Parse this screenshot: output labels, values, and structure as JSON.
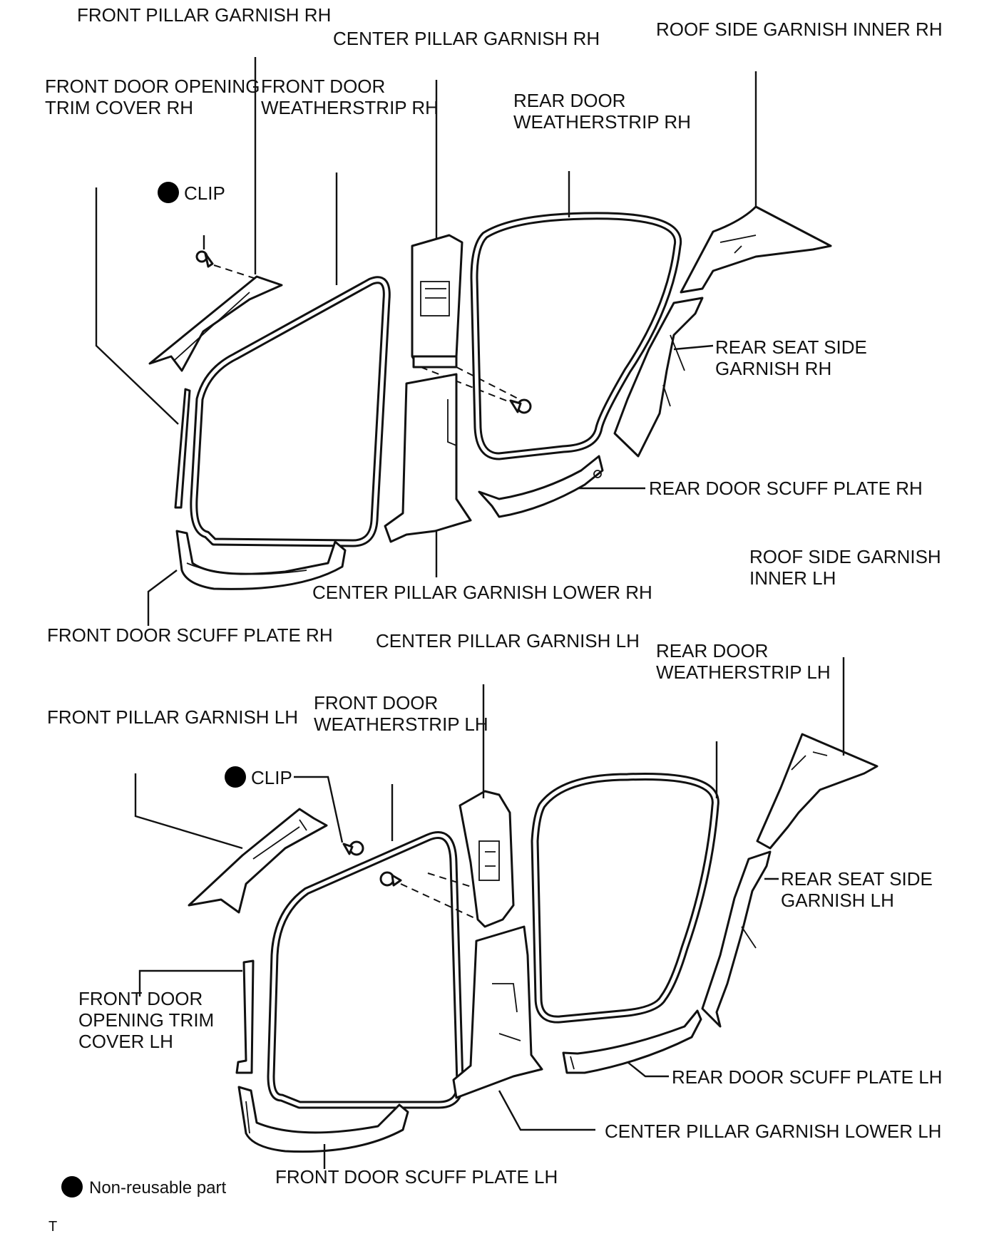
{
  "labels": {
    "front_pillar_garnish_rh": "FRONT PILLAR GARNISH RH",
    "center_pillar_garnish_rh": "CENTER PILLAR GARNISH RH",
    "roof_side_garnish_inner_rh": "ROOF SIDE GARNISH INNER RH",
    "front_door_opening_trim_cover_rh": [
      "FRONT DOOR OPENING",
      "TRIM COVER RH"
    ],
    "front_door_weatherstrip_rh": [
      "FRONT DOOR",
      "WEATHERSTRIP RH"
    ],
    "rear_door_weatherstrip_rh": [
      "REAR DOOR",
      "WEATHERSTRIP RH"
    ],
    "clip_rh": "CLIP",
    "rear_seat_side_garnish_rh": [
      "REAR SEAT SIDE",
      "GARNISH RH"
    ],
    "rear_door_scuff_plate_rh": "REAR DOOR SCUFF PLATE RH",
    "roof_side_garnish_inner_lh": [
      "ROOF SIDE GARNISH",
      "INNER LH"
    ],
    "center_pillar_garnish_lower_rh": "CENTER PILLAR GARNISH LOWER RH",
    "front_door_scuff_plate_rh": "FRONT DOOR SCUFF PLATE RH",
    "center_pillar_garnish_lh": "CENTER PILLAR GARNISH LH",
    "rear_door_weatherstrip_lh": [
      "REAR DOOR",
      "WEATHERSTRIP LH"
    ],
    "front_door_weatherstrip_lh": [
      "FRONT DOOR",
      "WEATHERSTRIP LH"
    ],
    "front_pillar_garnish_lh": "FRONT PILLAR GARNISH LH",
    "clip_lh": "CLIP",
    "rear_seat_side_garnish_lh": [
      "REAR SEAT SIDE",
      "GARNISH LH"
    ],
    "front_door_opening_trim_cover_lh": [
      "FRONT DOOR",
      "OPENING TRIM",
      "COVER LH"
    ],
    "rear_door_scuff_plate_lh": "REAR DOOR SCUFF PLATE LH",
    "center_pillar_garnish_lower_lh": "CENTER PILLAR GARNISH LOWER LH",
    "front_door_scuff_plate_lh": "FRONT DOOR SCUFF PLATE LH"
  },
  "legend": {
    "non_reusable": "Non-reusable part",
    "marker_color": "#000000"
  },
  "footer_mark": "T"
}
